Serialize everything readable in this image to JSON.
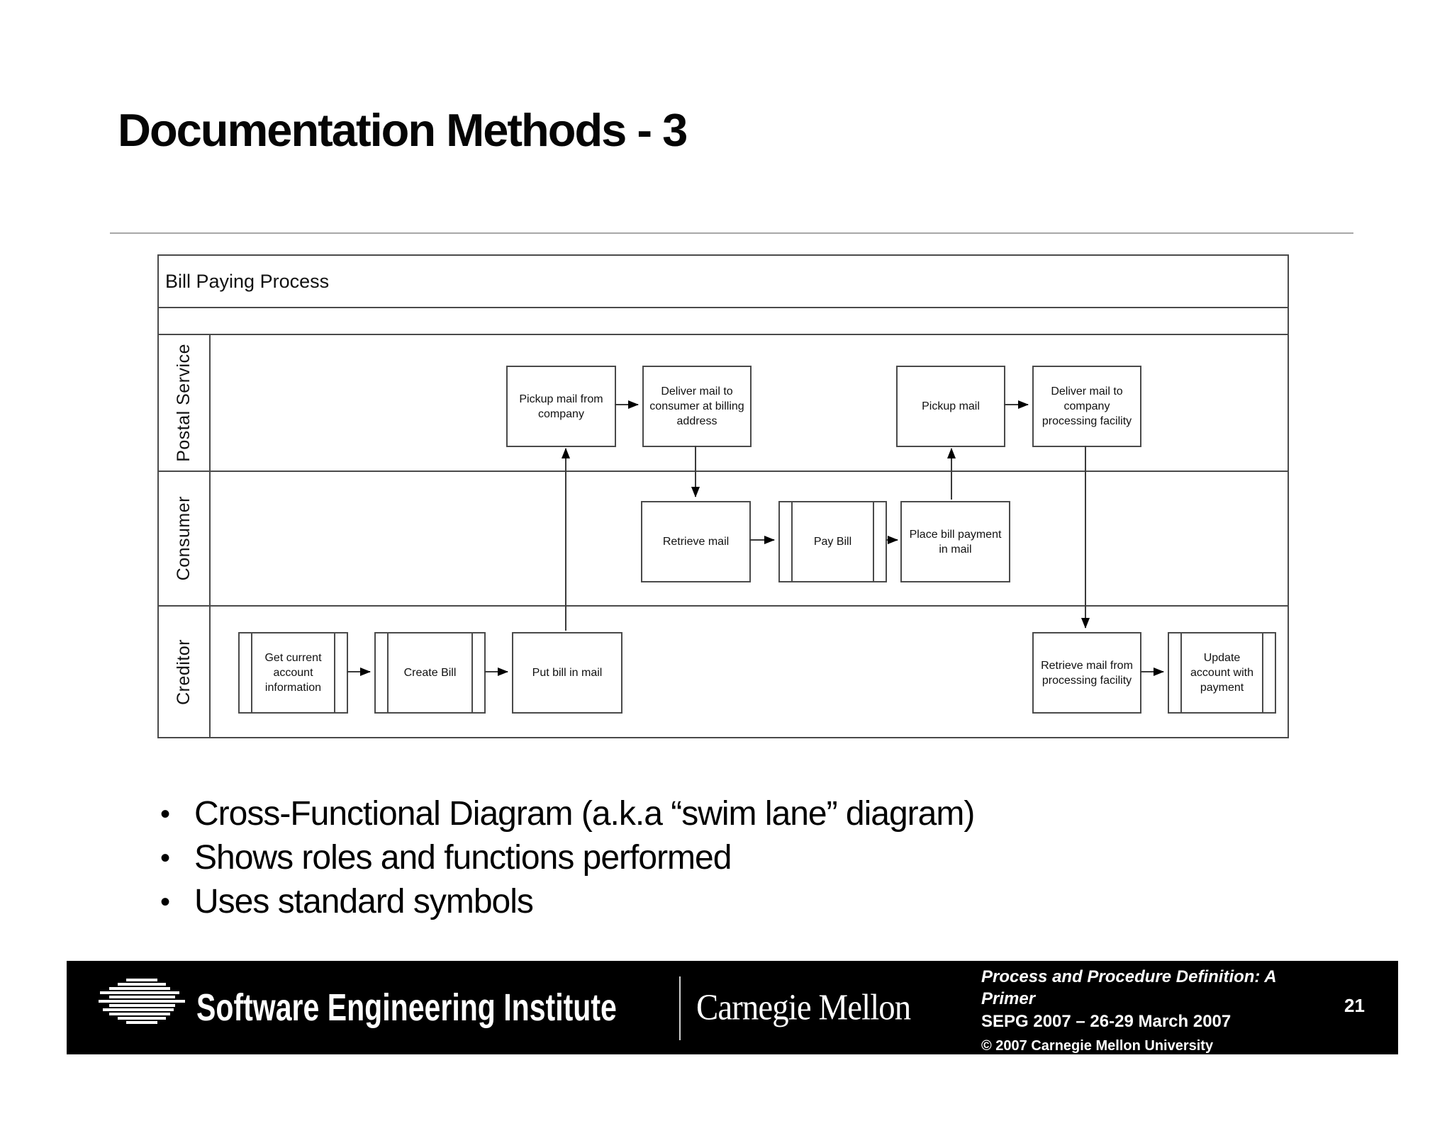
{
  "slide": {
    "title": "Documentation Methods - 3"
  },
  "diagram": {
    "title": "Bill Paying Process",
    "lanes": [
      {
        "label": "Postal Service"
      },
      {
        "label": "Consumer"
      },
      {
        "label": "Creditor"
      }
    ],
    "boxes": [
      {
        "label": "Pickup mail from\ncompany",
        "type": "process",
        "lane": "Postal Service"
      },
      {
        "label": "Deliver mail to\nconsumer at billing\naddress",
        "type": "process",
        "lane": "Postal Service"
      },
      {
        "label": "Pickup mail",
        "type": "process",
        "lane": "Postal Service"
      },
      {
        "label": "Deliver mail to\ncompany\nprocessing facility",
        "type": "process",
        "lane": "Postal Service"
      },
      {
        "label": "Retrieve mail",
        "type": "process",
        "lane": "Consumer"
      },
      {
        "label": "Pay Bill",
        "type": "predefined-process",
        "lane": "Consumer"
      },
      {
        "label": "Place bill payment\nin mail",
        "type": "process",
        "lane": "Consumer"
      },
      {
        "label": "Get current\naccount\ninformation",
        "type": "predefined-process",
        "lane": "Creditor"
      },
      {
        "label": "Create Bill",
        "type": "predefined-process",
        "lane": "Creditor"
      },
      {
        "label": "Put bill in mail",
        "type": "process",
        "lane": "Creditor"
      },
      {
        "label": "Retrieve mail from\nprocessing facility",
        "type": "process",
        "lane": "Creditor"
      },
      {
        "label": "Update\naccount with\npayment",
        "type": "predefined-process",
        "lane": "Creditor"
      }
    ],
    "flows": [
      {
        "from": "Get current account information",
        "to": "Create Bill"
      },
      {
        "from": "Create Bill",
        "to": "Put bill in mail"
      },
      {
        "from": "Put bill in mail",
        "to": "Pickup mail from company"
      },
      {
        "from": "Pickup mail from company",
        "to": "Deliver mail to consumer at billing address"
      },
      {
        "from": "Deliver mail to consumer at billing address",
        "to": "Retrieve mail"
      },
      {
        "from": "Retrieve mail",
        "to": "Pay Bill"
      },
      {
        "from": "Pay Bill",
        "to": "Place bill payment in mail"
      },
      {
        "from": "Place bill payment in mail",
        "to": "Pickup mail"
      },
      {
        "from": "Pickup mail",
        "to": "Deliver mail to company processing facility"
      },
      {
        "from": "Deliver mail to company processing facility",
        "to": "Retrieve mail from processing facility"
      },
      {
        "from": "Retrieve mail from processing facility",
        "to": "Update account with payment"
      }
    ]
  },
  "bullets": [
    "Cross-Functional Diagram (a.k.a “swim lane” diagram)",
    "Shows roles and functions performed",
    "Uses standard symbols"
  ],
  "footer": {
    "org_name": "Software Engineering Institute",
    "university": "Carnegie Mellon",
    "presentation_title": "Process and Procedure Definition: A Primer",
    "event": "SEPG 2007 – 26-29 March 2007",
    "copyright": "© 2007 Carnegie Mellon University",
    "page_number": "21",
    "colors": {
      "bar_bg": "#000000",
      "bar_text": "#ffffff"
    }
  }
}
